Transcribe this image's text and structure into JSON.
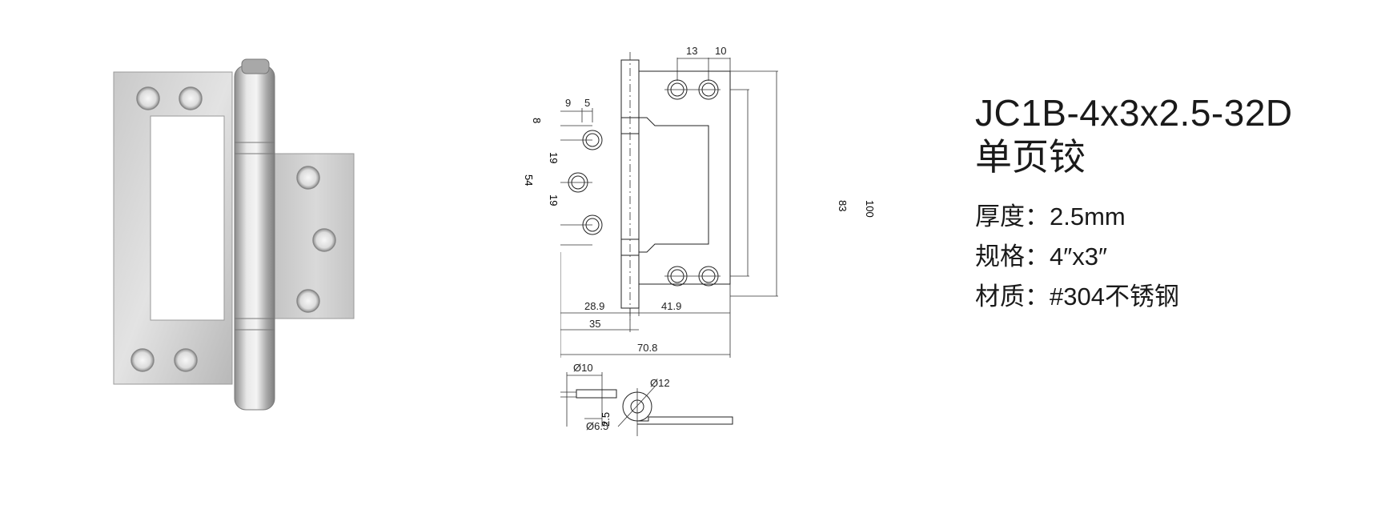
{
  "product": {
    "model": "JC1B-4x3x2.5-32D",
    "name": "单页铰",
    "specs": [
      {
        "label": "厚度：",
        "value": "2.5mm"
      },
      {
        "label": "规格：",
        "value": "4″x3″"
      },
      {
        "label": "材质：",
        "value": "#304不锈钢"
      }
    ]
  },
  "drawing": {
    "dims": {
      "d13": "13",
      "d10": "10",
      "d9": "9",
      "d5": "5",
      "d8": "8",
      "d19a": "19",
      "d19b": "19",
      "d54": "54",
      "d83": "83",
      "d100": "100",
      "d28_9": "28.9",
      "d41_9": "41.9",
      "d35": "35",
      "d70_8": "70.8",
      "dia10": "Ø10",
      "dia12": "Ø12",
      "dia6_5": "Ø6.5",
      "t2_5": "2.5"
    }
  }
}
